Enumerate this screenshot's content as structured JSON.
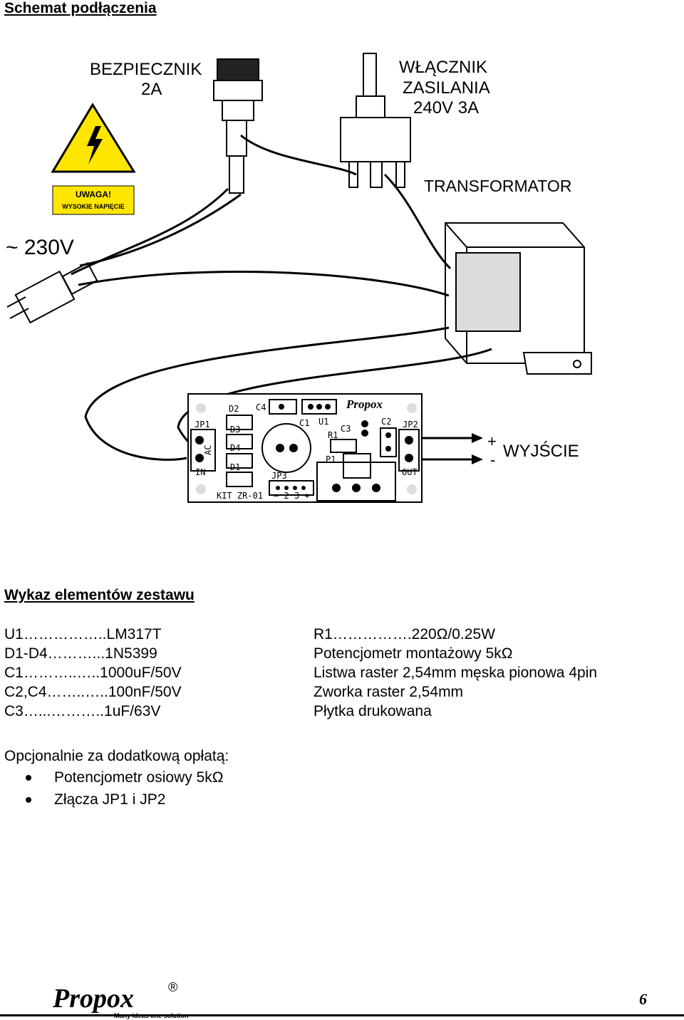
{
  "headings": {
    "schematic": "Schemat podłączenia",
    "parts_list": "Wykaz elementów zestawu"
  },
  "diagram": {
    "fuse_line1": "BEZPIECZNIK",
    "fuse_line2": "2A",
    "switch_line1": "WŁĄCZNIK",
    "switch_line2": "ZASILANIA",
    "switch_line3": "240V 3A",
    "transformer": "TRANSFORMATOR",
    "warning_line1": "UWAGA!",
    "warning_line2": "WYSOKIE NAPIĘCIE",
    "mains": "~ 230V",
    "output": "WYJŚCIE",
    "plus": "+",
    "minus": "-"
  },
  "pcb": {
    "brand": "Propox",
    "labels": {
      "d2": "D2",
      "c4": "C4",
      "c1": "C1",
      "u1": "U1",
      "c3": "C3",
      "c2": "C2",
      "jp1": "JP1",
      "jp2": "JP2",
      "d3": "D3",
      "d4": "D4",
      "d1": "D1",
      "r1": "R1",
      "p1": "P1",
      "ac": "AC",
      "in": "IN",
      "out": "OUT",
      "jp3": "JP3",
      "jp3_pins": "– 2 3 +",
      "kit": "KIT  ZR-01"
    }
  },
  "parts_left": [
    "U1……………..LM317T",
    "D1-D4………...1N5399",
    "C1………..…..1000uF/50V",
    "C2,C4……..…..100nF/50V",
    "C3…...………..1uF/63V"
  ],
  "parts_right": [
    "R1…………….220Ω/0.25W",
    "Potencjometr montażowy 5kΩ",
    "Listwa raster 2,54mm męska pionowa 4pin",
    "Zworka raster 2,54mm",
    "Płytka drukowana"
  ],
  "optional": {
    "title": "Opcjonalnie za dodatkową opłatą:",
    "items": [
      "Potencjometr osiowy 5kΩ",
      "Złącza JP1 i JP2"
    ]
  },
  "footer": {
    "brand": "Propox",
    "registered": "®",
    "tagline": "Many ideas one solution",
    "page_number": "6"
  }
}
